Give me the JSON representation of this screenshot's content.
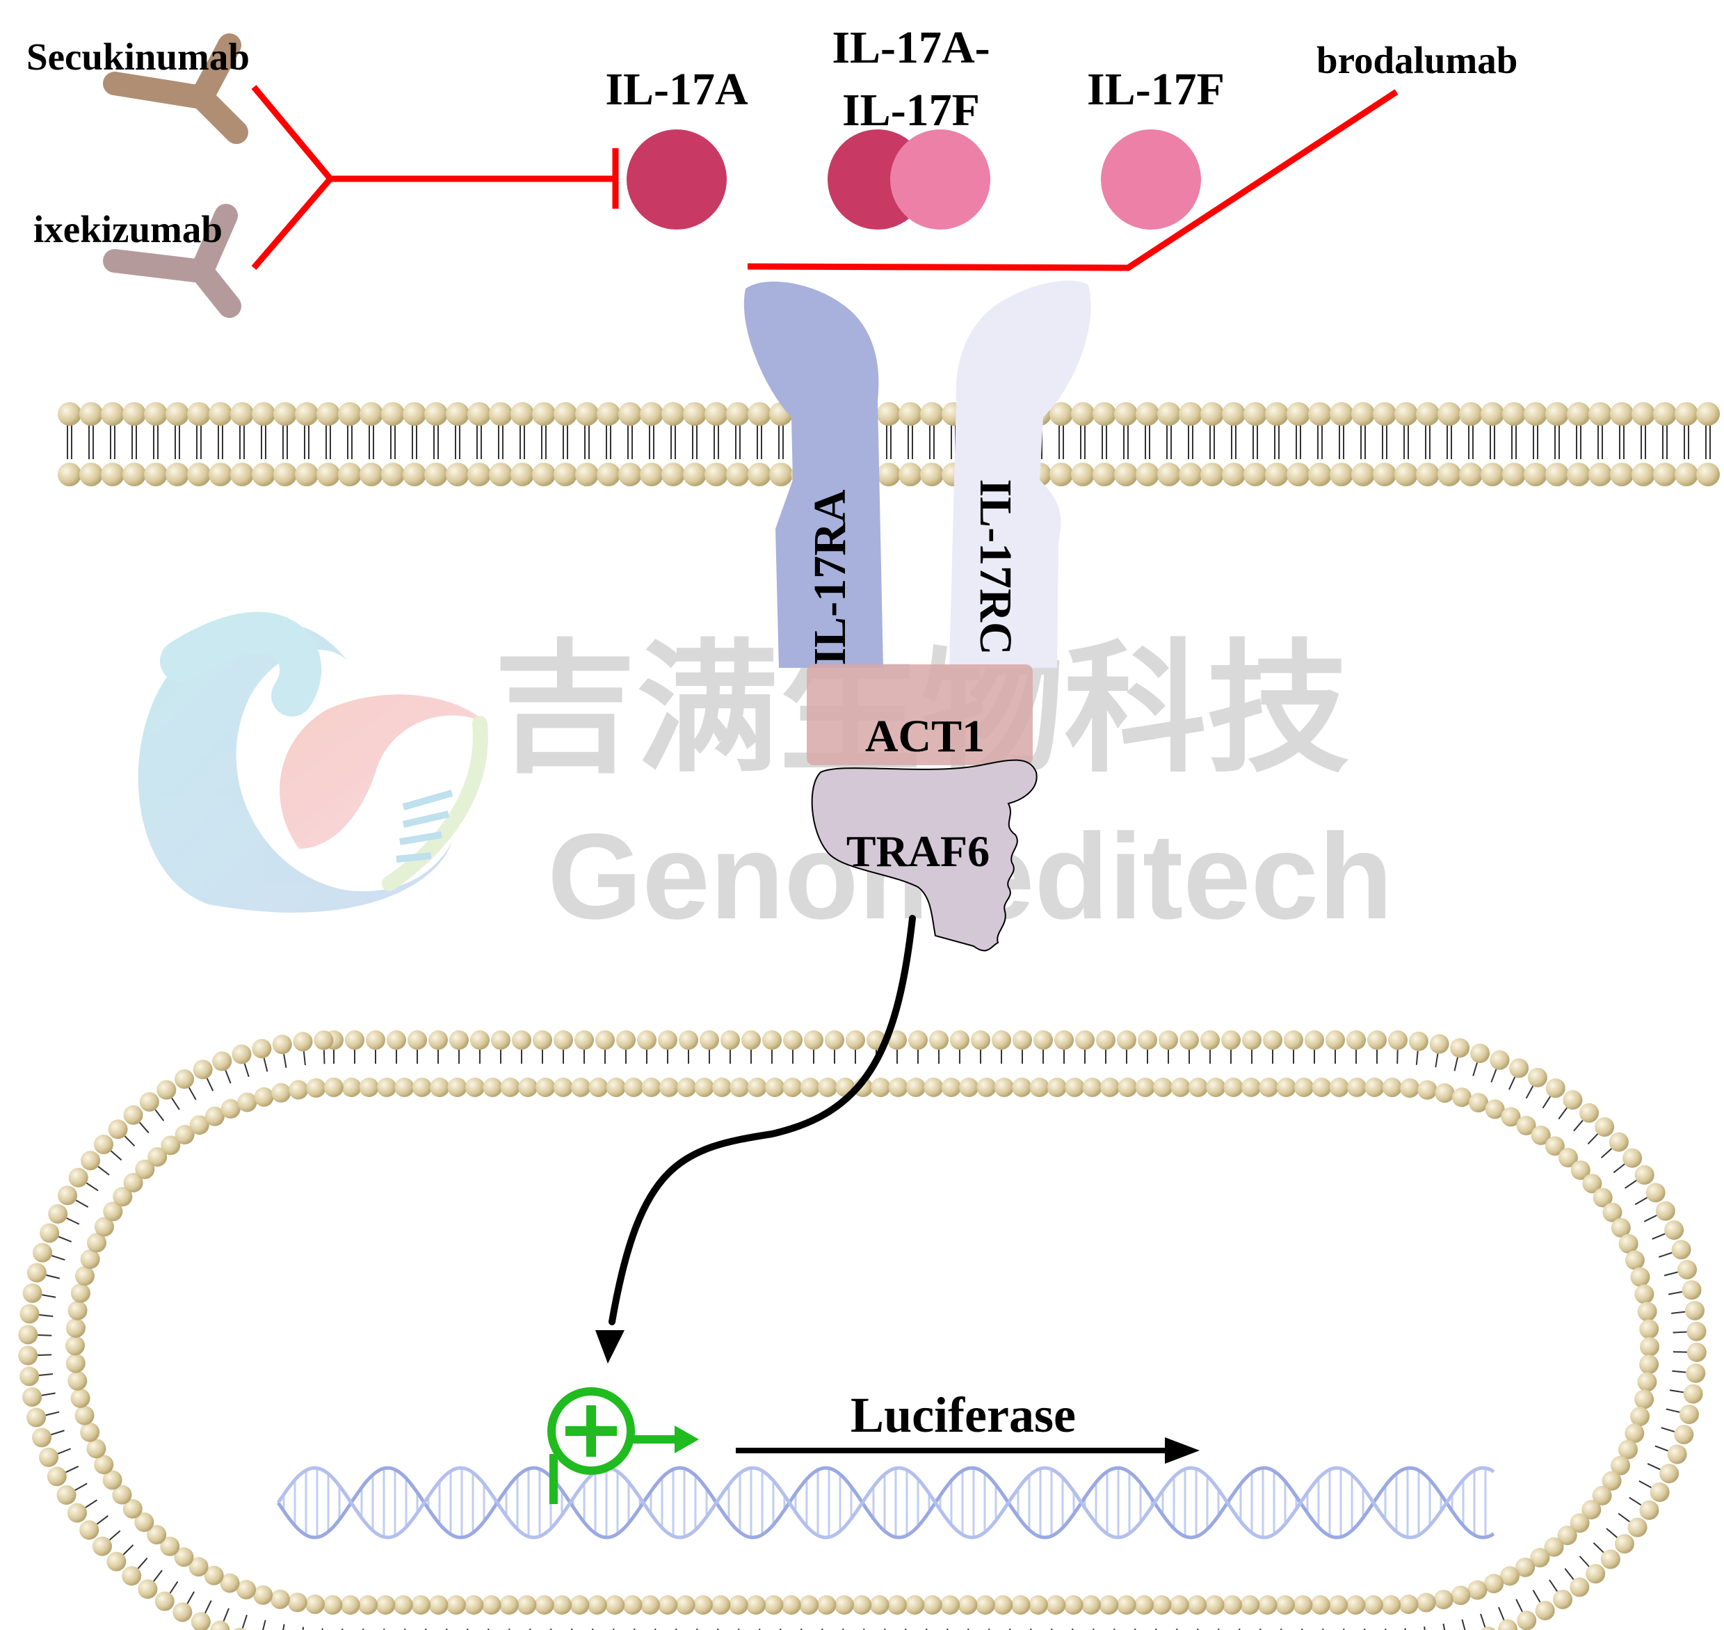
{
  "labels": {
    "secukinumab": "Secukinumab",
    "ixekizumab": "ixekizumab",
    "il17a": "IL-17A",
    "il17a_il17f_line1": "IL-17A-",
    "il17a_il17f_line2": "IL-17F",
    "il17f": "IL-17F",
    "brodalumab": "brodalumab",
    "il17ra": "IL-17RA",
    "il17rc": "IL-17RC",
    "act1": "ACT1",
    "traf6": "TRAF6",
    "luciferase": "Luciferase"
  },
  "watermark": {
    "chinese": "吉满生物科技",
    "english": "Genomeditech"
  },
  "colors": {
    "inhibition_line": "#ff0000",
    "il17a": "#c83a64",
    "il17f": "#ec80a6",
    "antibody_secukinumab": "#b08e73",
    "antibody_ixekizumab": "#b59a9c",
    "receptor_il17ra": "#a7b1db",
    "receptor_il17rc": "#ebeaf7",
    "act1": "#d8a8a8",
    "traf6": "#d4c8d6",
    "lipid_head": "#d7c79a",
    "promoter": "#1fbb1f",
    "dna": "#a9b7e6"
  }
}
